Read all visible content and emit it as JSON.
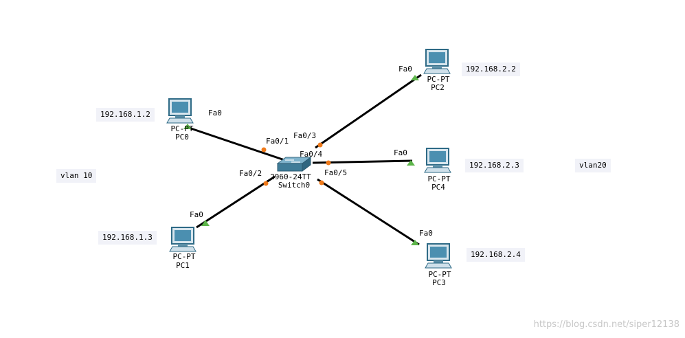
{
  "switch": {
    "model": "2960-24TT",
    "name": "Switch0"
  },
  "pcs": [
    {
      "id": "pc0",
      "type": "PC-PT",
      "name": "PC0",
      "port": "Fa0",
      "switch_port": "Fa0/1",
      "ip": "192.168.1.2"
    },
    {
      "id": "pc1",
      "type": "PC-PT",
      "name": "PC1",
      "port": "Fa0",
      "switch_port": "Fa0/2",
      "ip": "192.168.1.3"
    },
    {
      "id": "pc2",
      "type": "PC-PT",
      "name": "PC2",
      "port": "Fa0",
      "switch_port": "Fa0/3",
      "ip": "192.168.2.2"
    },
    {
      "id": "pc4",
      "type": "PC-PT",
      "name": "PC4",
      "port": "Fa0",
      "switch_port": "Fa0/4",
      "ip": "192.168.2.3"
    },
    {
      "id": "pc3",
      "type": "PC-PT",
      "name": "PC3",
      "port": "Fa0",
      "switch_port": "Fa0/5",
      "ip": "192.168.2.4"
    }
  ],
  "vlans": {
    "left": "vlan  10",
    "right": "vlan20"
  },
  "watermark": "https://blog.csdn.net/siper12138",
  "colors": {
    "link": "#000000",
    "port_up_switch": "#f07a1a",
    "port_up_pc": "#5db54a",
    "ip_bg": "#f1f2f8"
  }
}
